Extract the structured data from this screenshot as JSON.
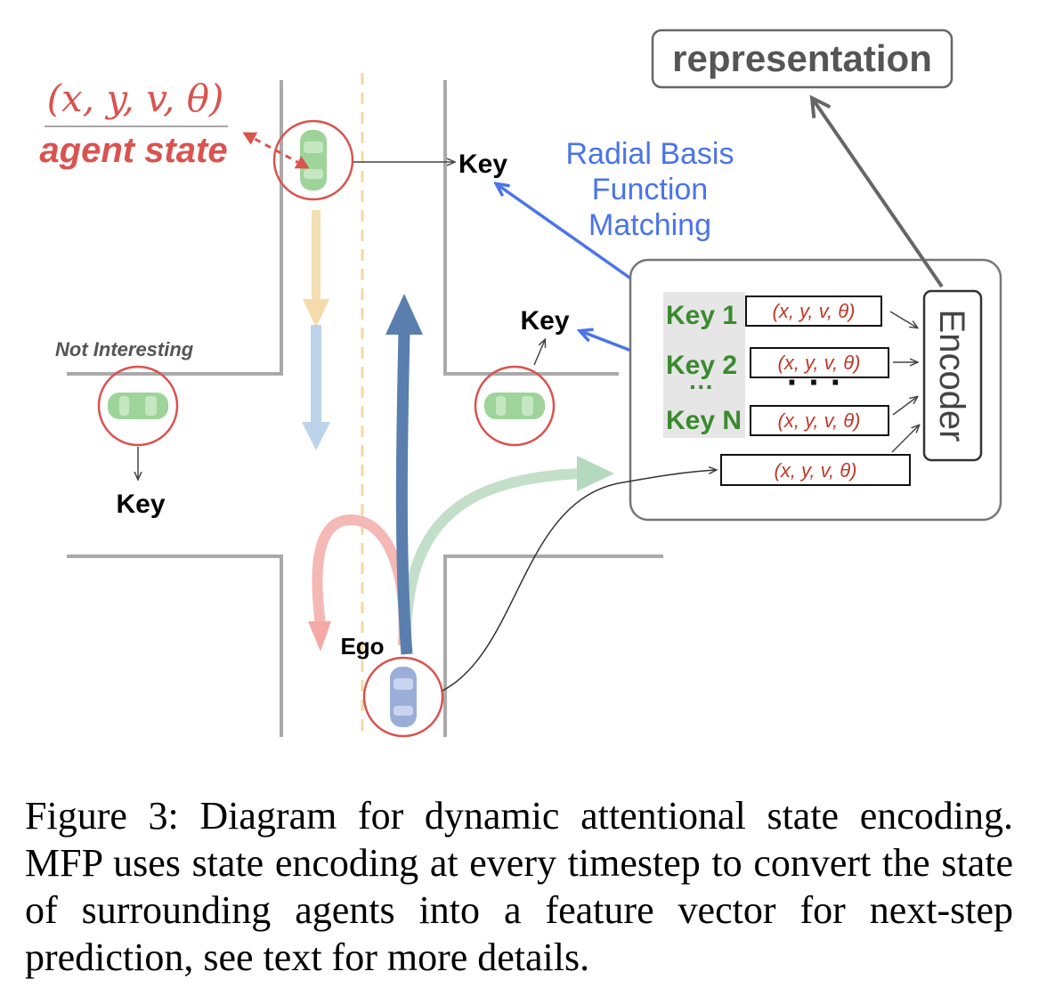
{
  "diagram": {
    "state_formula": "(x, y, v, θ)",
    "agent_state_label": "agent state",
    "not_interesting_label": "Not Interesting",
    "key_label": "Key",
    "ego_label": "Ego",
    "rbf_label_lines": [
      "Radial Basis",
      "Function",
      "Matching"
    ],
    "representation_label": "representation",
    "encoder_label": "Encoder",
    "key_rows": [
      {
        "key": "Key 1",
        "state": "(x, y, v, θ)"
      },
      {
        "key": "Key 2",
        "state": "(x, y, v, θ)"
      },
      {
        "key": "Key N",
        "state": "(x, y, v, θ)"
      }
    ],
    "vertical_ellipsis": "···",
    "middle_ellipsis": "· · ·",
    "ego_state": "(x, y, v, θ)",
    "colors": {
      "agent_red": "#d9534f",
      "key_green": "#3a8a2e",
      "rbf_blue": "#4a74e8",
      "road_gray": "#a9a9a9",
      "lane_yellow": "#f3d9a4",
      "ego_blue": "#9aaed8",
      "car_green": "#9ed49a"
    }
  },
  "caption": {
    "label": "Figure 3:",
    "text": "Diagram for dynamic attentional state encoding. MFP uses state encoding at every timestep to convert the state of surrounding agents into a feature vector for next-step prediction, see text for more details."
  }
}
